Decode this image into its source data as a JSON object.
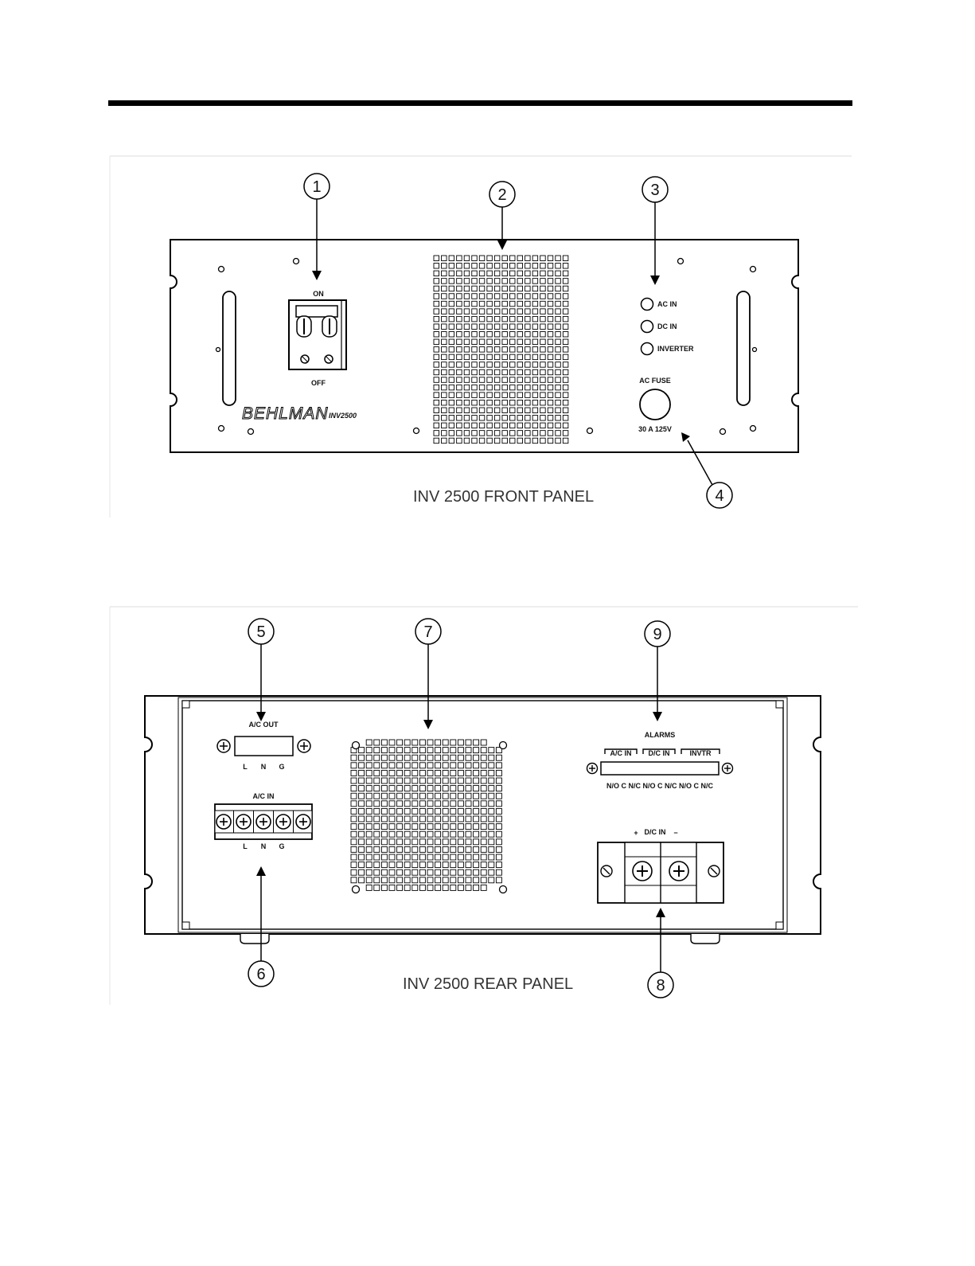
{
  "front_panel": {
    "caption": "INV 2500 FRONT PANEL",
    "brand": "BEHLMAN",
    "model": "INV2500",
    "breaker_on": "ON",
    "breaker_off": "OFF",
    "led_labels": [
      "AC IN",
      "DC IN",
      "INVERTER"
    ],
    "fuse_label": "AC FUSE",
    "fuse_rating": "30 A 125V",
    "callouts": [
      "1",
      "2",
      "3",
      "4"
    ]
  },
  "rear_panel": {
    "caption": "INV 2500 REAR PANEL",
    "ac_out_label": "A/C OUT",
    "ac_out_terminals": [
      "L",
      "N",
      "G"
    ],
    "ac_in_label": "A/C IN",
    "ac_in_terminals": [
      "L",
      "N",
      "G"
    ],
    "alarms_label": "ALARMS",
    "alarm_groups": [
      "A/C IN",
      "D/C IN",
      "INVTR"
    ],
    "alarm_contacts": "N/O C N/C N/O C N/C N/O C N/C",
    "dc_in_label": "D/C IN",
    "dc_plus": "+",
    "dc_minus": "−",
    "callouts": [
      "5",
      "6",
      "7",
      "8",
      "9"
    ]
  }
}
